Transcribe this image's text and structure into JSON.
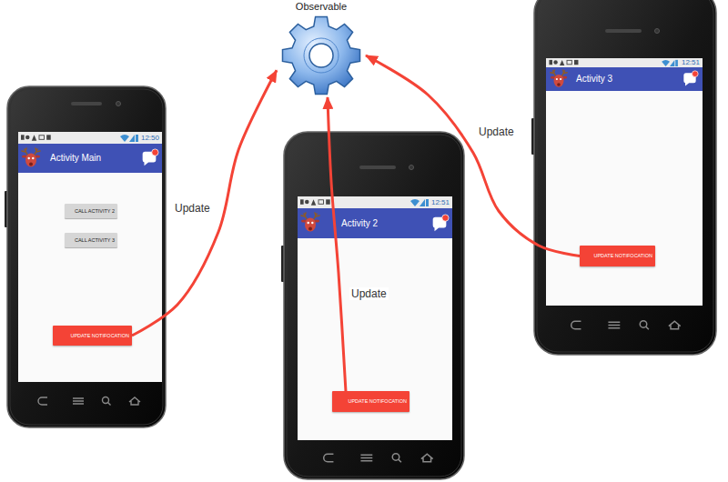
{
  "diagram": {
    "nodes": [
      {
        "text": [
          "Observable"
        ]
      },
      {
        "text": [
          "12:50",
          "Activity Main"
        ]
      },
      {
        "text": [
          "CALL ACTIVITY 2"
        ],
        "in": 1
      },
      {
        "text": [
          "CALL ACTIVITY 3"
        ],
        "in": 1
      },
      {
        "text": [
          "UPDATE NOTIFOCATION"
        ],
        "in": 1
      },
      {
        "text": [
          "12:51",
          "Activity 2"
        ]
      },
      {
        "text": [
          "UPDATE NOTIFOCATION"
        ],
        "in": 5
      },
      {
        "text": [
          "12:51",
          "Activity 3"
        ]
      },
      {
        "text": [
          "UPDATE NOTIFOCATION"
        ],
        "in": 7
      }
    ],
    "edges": [
      {
        "from": 4,
        "to": 0,
        "arrow": "to",
        "label": "Update"
      },
      {
        "from": 6,
        "to": 0,
        "arrow": "to",
        "label": "Update"
      },
      {
        "from": 8,
        "to": 0,
        "arrow": "to",
        "label": "Update"
      }
    ]
  }
}
